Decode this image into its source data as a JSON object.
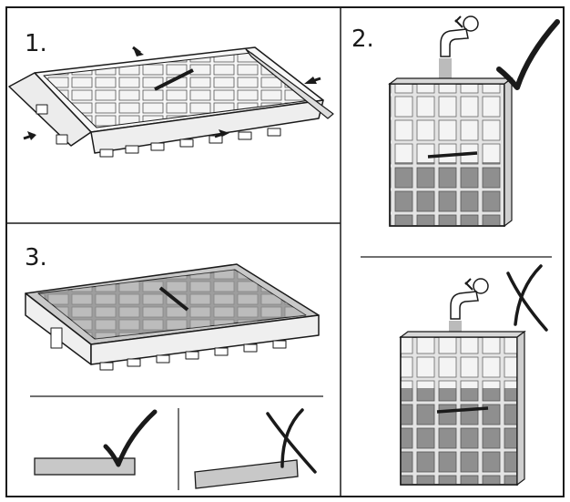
{
  "steps": {
    "one": "1.",
    "two": "2.",
    "three": "3."
  },
  "colors": {
    "line": "#1a1a1a",
    "filter_fill": "#e6e6e6",
    "grid_cell": "#f2f2f2",
    "water_fill": "#9a9a9a",
    "plate_fill": "#c8c8c8"
  },
  "icons": [
    "arrow-icon",
    "faucet-icon",
    "checkmark-icon",
    "cross-icon",
    "filter-frame-icon"
  ]
}
